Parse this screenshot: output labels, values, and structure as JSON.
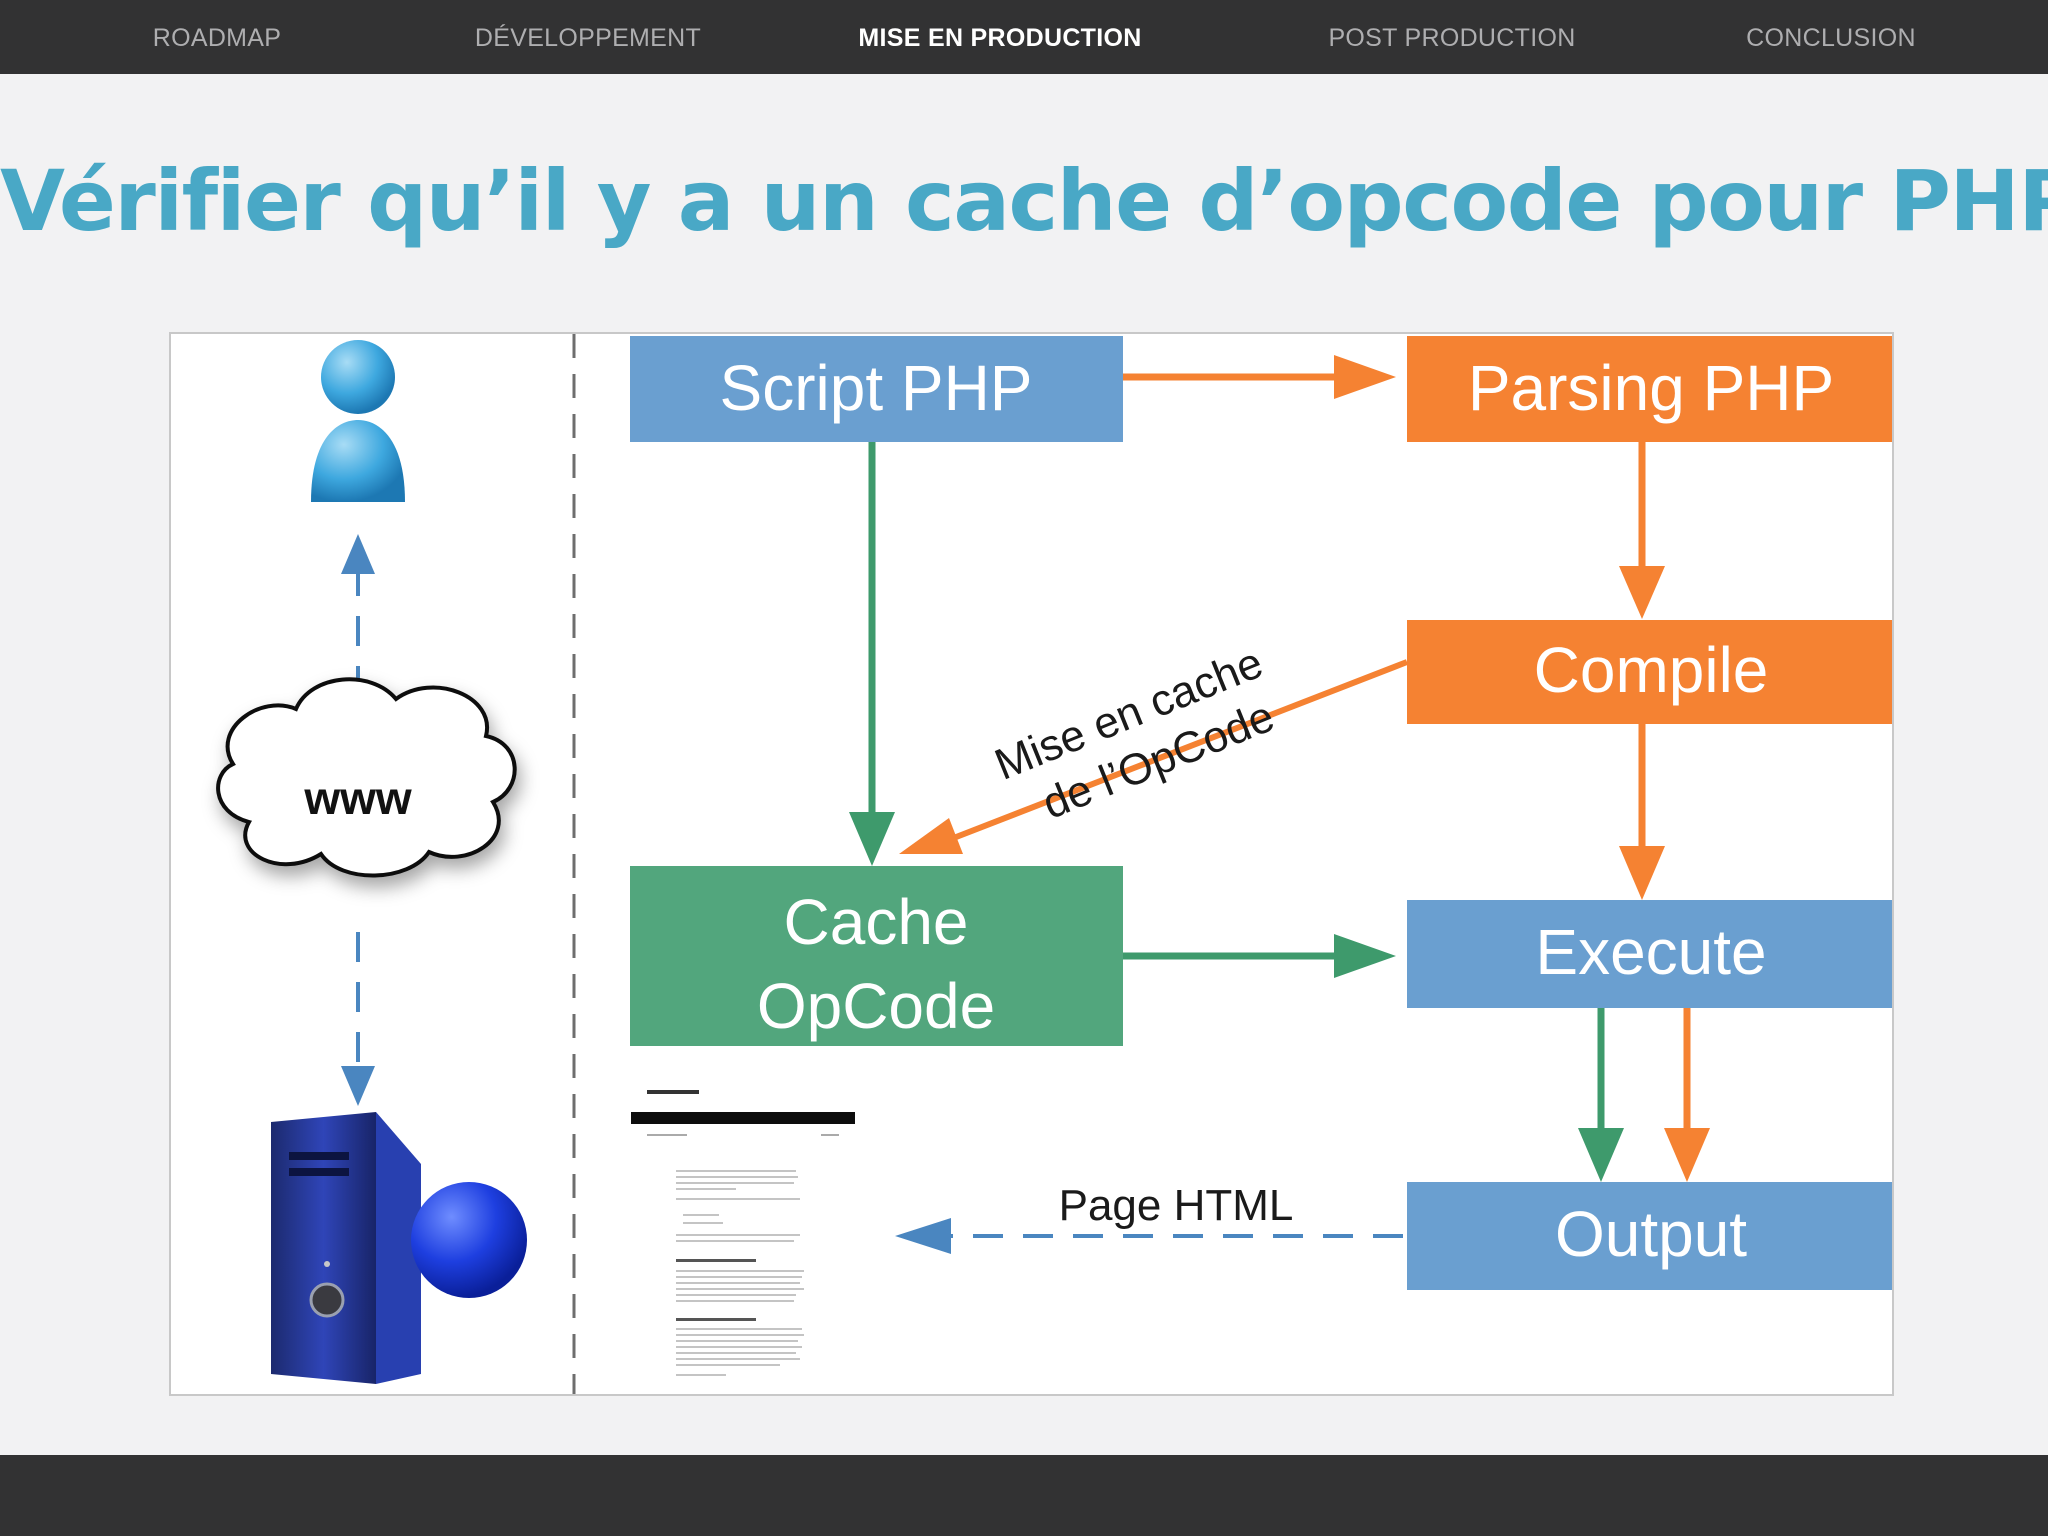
{
  "nav": {
    "items": [
      {
        "label": "ROADMAP",
        "active": false
      },
      {
        "label": "DÉVELOPPEMENT",
        "active": false
      },
      {
        "label": "MISE EN PRODUCTION",
        "active": true
      },
      {
        "label": "POST PRODUCTION",
        "active": false
      },
      {
        "label": "CONCLUSION",
        "active": false
      }
    ]
  },
  "slide": {
    "title": "Vérifier qu’il y a un cache d’opcode pour PHP"
  },
  "diagram": {
    "cloud_label": "www",
    "nodes": {
      "script_php": "Script PHP",
      "parsing_php": "Parsing PHP",
      "compile": "Compile",
      "cache_opcode_line1": "Cache",
      "cache_opcode_line2": "OpCode",
      "execute": "Execute",
      "output": "Output"
    },
    "labels": {
      "cache_line1": "Mise en cache",
      "cache_line2": "de l’OpCode",
      "page_html": "Page HTML"
    },
    "colors": {
      "blue": "#6a9fd0",
      "orange": "#f58232",
      "green": "#52a67d",
      "arrow_green": "#3e9a6c",
      "arrow_blue": "#4a86c0",
      "title": "#49a8c6"
    },
    "icons": [
      "user-icon",
      "cloud-icon",
      "server-icon",
      "html-page-thumbnail"
    ]
  }
}
